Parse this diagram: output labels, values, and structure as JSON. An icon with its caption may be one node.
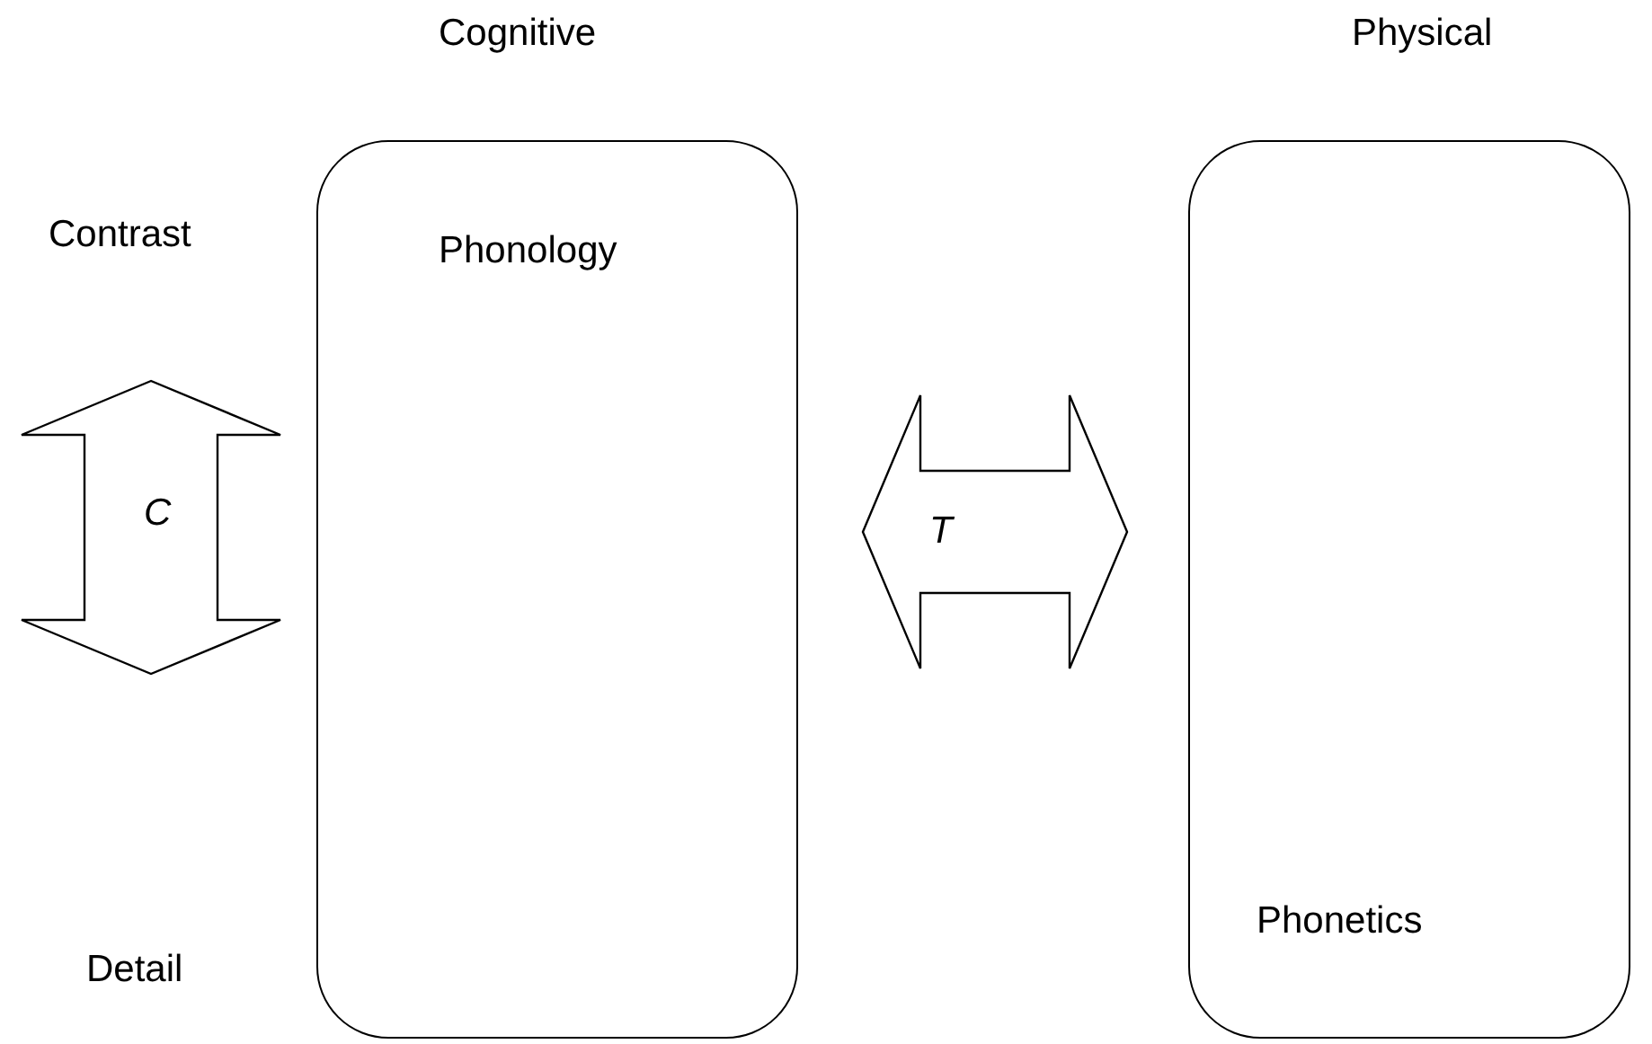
{
  "diagram": {
    "nodes": [
      {
        "text": [
          "Cognitive",
          "Phonology"
        ]
      },
      {
        "text": [
          "Physical",
          "Phonetics"
        ]
      }
    ],
    "edges": [
      {
        "from": 0,
        "to": 1,
        "arrow": "both",
        "label": "T"
      }
    ],
    "labels": [
      "Contrast",
      "C",
      "Detail"
    ]
  }
}
